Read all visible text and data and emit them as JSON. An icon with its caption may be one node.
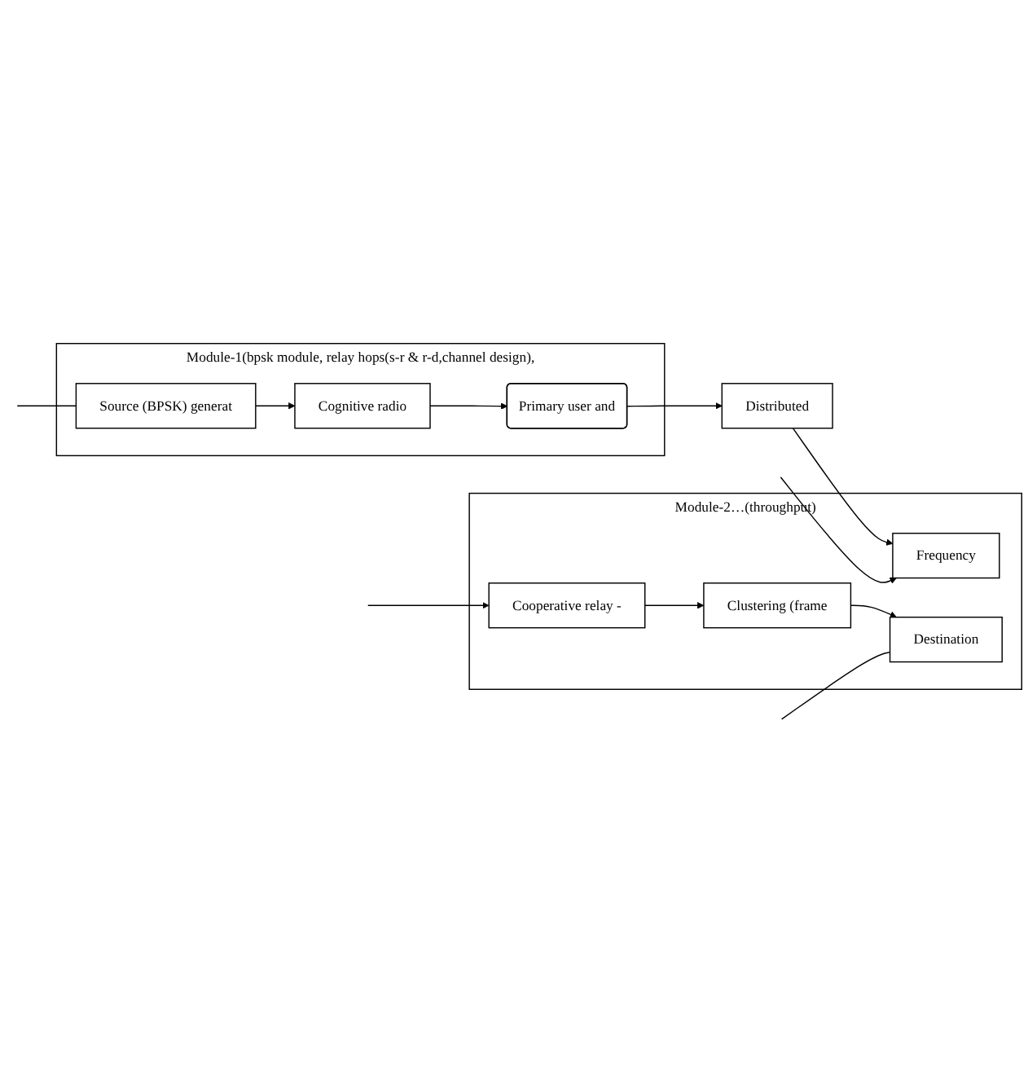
{
  "diagram": {
    "nodes": [
      {
        "text": [
          "Module-1(bpsk module, relay hops(s-r & r-d,channel design),"
        ]
      },
      {
        "text": [
          "Source (BPSK) generat"
        ],
        "in": 0
      },
      {
        "text": [
          "Cognitive radio"
        ],
        "in": 0
      },
      {
        "text": [
          "Primary user and"
        ],
        "in": 0
      },
      {
        "text": [
          "Distributed"
        ]
      },
      {
        "text": [
          "Module-2…(throughput)"
        ]
      },
      {
        "text": [
          "Frequency"
        ],
        "in": 5
      },
      {
        "text": [
          "Cooperative relay -"
        ],
        "in": 5
      },
      {
        "text": [
          "Clustering (frame"
        ],
        "in": 5
      },
      {
        "text": [
          "Destination"
        ],
        "in": 5
      }
    ],
    "edges": [
      {
        "from": null,
        "to": 1,
        "arrow": "none"
      },
      {
        "from": 1,
        "to": 2,
        "arrow": "to"
      },
      {
        "from": 2,
        "to": 3,
        "arrow": "to"
      },
      {
        "from": 3,
        "to": 4,
        "arrow": "to"
      },
      {
        "from": 4,
        "to": 6,
        "arrow": "to"
      },
      {
        "from": null,
        "to": 6,
        "arrow": "to"
      },
      {
        "from": null,
        "to": 7,
        "arrow": "to"
      },
      {
        "from": 7,
        "to": 8,
        "arrow": "to"
      },
      {
        "from": 8,
        "to": 9,
        "arrow": "to"
      },
      {
        "from": null,
        "to": 9,
        "arrow": "none"
      }
    ]
  }
}
